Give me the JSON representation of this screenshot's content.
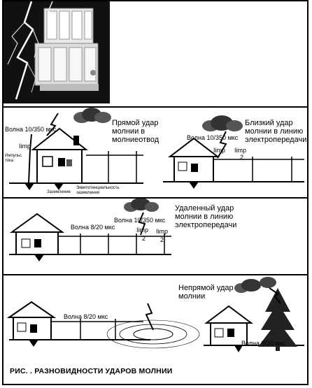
{
  "panel1": {
    "direct_strike": "Прямой удар молнии в молниеотвод",
    "wave_10_350": "Волна 10/350 мкс",
    "current_pulse": "Импульс тока",
    "imp": "Iimp",
    "grounding": "Заземление",
    "equipotential": "Эквипотенциальность заземления",
    "near_strike": "Близкий удар молнии в линию электропередачи",
    "wave_10_350_b": "Волна 10/350 мкс",
    "imp_a": "Iimp",
    "imp_b": "Iimp",
    "half": "2"
  },
  "panel2": {
    "remote_strike": "Удаленный удар молнии в линию электропередачи",
    "wave_8_20": "Волна 8/20 мкс",
    "wave_10_350": "Волна 10/350 мкс",
    "imp_a": "Iimp",
    "imp_b": "Iimp",
    "half_a": "2",
    "half_b": "2"
  },
  "panel3": {
    "indirect_strike": "Непрямой удар молнии",
    "wave_8_20_a": "Волна 8/20 мкс",
    "wave_8_20_b": "Волна 8/20 мкс"
  },
  "caption": "РИС.   . РАЗНОВИДНОСТИ УДАРОВ МОЛНИИ"
}
